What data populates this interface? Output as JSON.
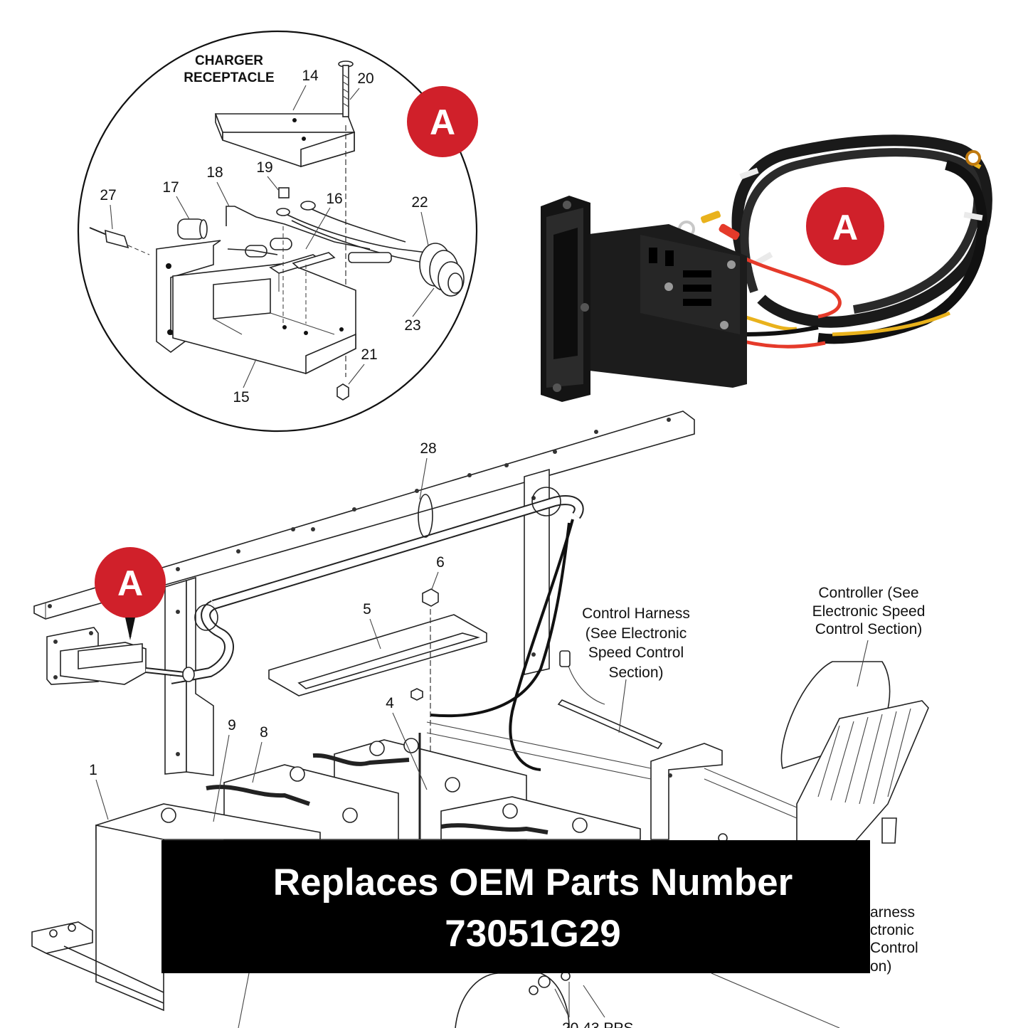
{
  "detail": {
    "heading_line1": "CHARGER",
    "heading_line2": "RECEPTACLE",
    "callouts": [
      "14",
      "20",
      "18",
      "19",
      "16",
      "17",
      "27",
      "22",
      "23",
      "21",
      "15"
    ]
  },
  "main": {
    "callouts": [
      "28",
      "6",
      "5",
      "9",
      "8",
      "4",
      "1"
    ],
    "control_harness": [
      "Control Harness",
      "(See Electronic",
      "Speed Control",
      "Section)"
    ],
    "controller": [
      "Controller (See",
      "Electronic Speed",
      "Control Section)"
    ],
    "cut_note": [
      "arness",
      "ctronic",
      "Control",
      "on)"
    ],
    "bottom_partial": "20    43 PPS"
  },
  "badges": [
    "A",
    "A",
    "A"
  ],
  "banner": {
    "line1": "Replaces OEM Parts Number",
    "line2": "73051G29"
  },
  "colors": {
    "badge_red": "#d0202a",
    "banner_bg": "#000000",
    "banner_text": "#ffffff",
    "wire_red": "#e53a2a",
    "wire_yellow": "#e9b21c",
    "harness_black": "#1a1a1a"
  }
}
